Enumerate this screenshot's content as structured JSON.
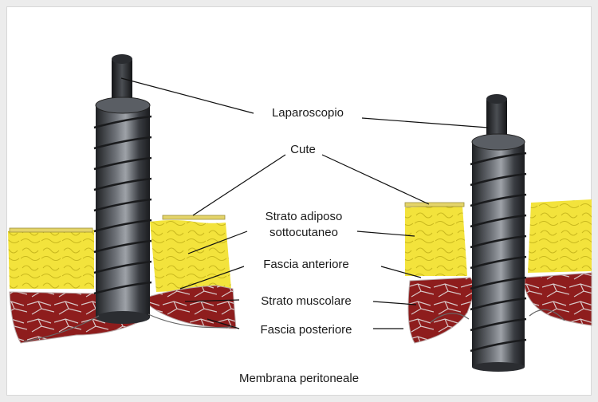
{
  "diagram": {
    "labels": {
      "laparoscope": "Laparoscopio",
      "skin": "Cute",
      "fat_line1": "Strato adiposo",
      "fat_line2": "sottocutaneo",
      "anterior_fascia": "Fascia anteriore",
      "muscle": "Strato muscolare",
      "posterior_fascia": "Fascia posteriore"
    },
    "caption": "Membrana peritoneale"
  },
  "colors": {
    "background": "#ececec",
    "panel": "#ffffff",
    "fat": "#f2e23a",
    "muscle": "#8c1c1c",
    "skin": "#e8d870",
    "metal": "#3e4146"
  }
}
